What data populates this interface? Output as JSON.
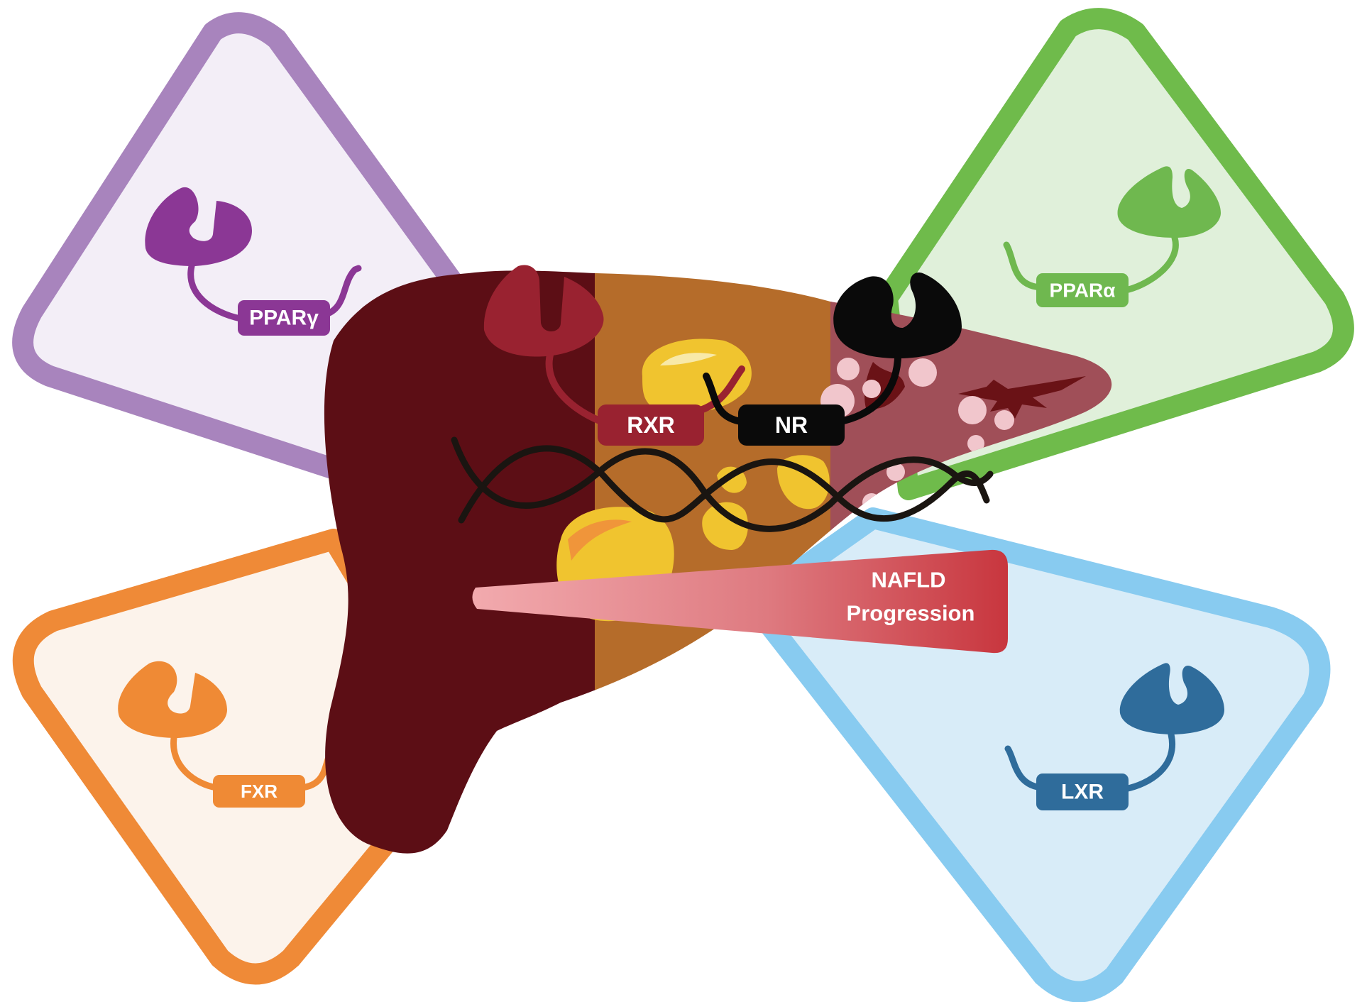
{
  "receptors": {
    "ppar_gamma": {
      "label": "PPARγ",
      "color": "#8b3795",
      "tint": "#f3eef7",
      "frame": "#a884bd"
    },
    "ppar_alpha": {
      "label": "PPARα",
      "color": "#6fb84f",
      "tint": "#e0f0da",
      "frame": "#6fbb4b"
    },
    "fxr": {
      "label": "FXR",
      "color": "#ef8a35",
      "tint": "#fcf3eb",
      "frame": "#ef8a37"
    },
    "lxr": {
      "label": "LXR",
      "color": "#2f6c9b",
      "tint": "#d8ecf8",
      "frame": "#88cbf0"
    }
  },
  "heterodimer": {
    "rxr_label": "RXR",
    "nr_label": "NR",
    "rxr_color": "#992230",
    "nr_color": "#0a0a0a"
  },
  "liver": {
    "healthy_color": "#5c0e15",
    "steatosis_color": "#b56c2a",
    "fibrosis_color": "#a04f58",
    "lipid_color": "#f0c42f"
  },
  "progression": {
    "line1": "NAFLD",
    "line2": "Progression",
    "gradient_start": "#f2a9ae",
    "gradient_end": "#c8363e"
  }
}
